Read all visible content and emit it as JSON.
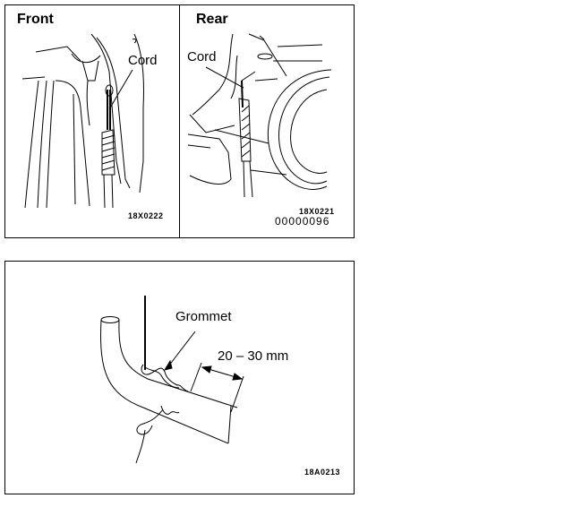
{
  "top_figure": {
    "front_panel": {
      "title": "Front",
      "callout": "Cord",
      "figure_code": "18X0222"
    },
    "rear_panel": {
      "title": "Rear",
      "callout": "Cord",
      "figure_code": "18X0221",
      "document_number": "00000096"
    }
  },
  "bottom_figure": {
    "callout": "Grommet",
    "dimension": "20 – 30 mm",
    "figure_code": "18A0213"
  }
}
